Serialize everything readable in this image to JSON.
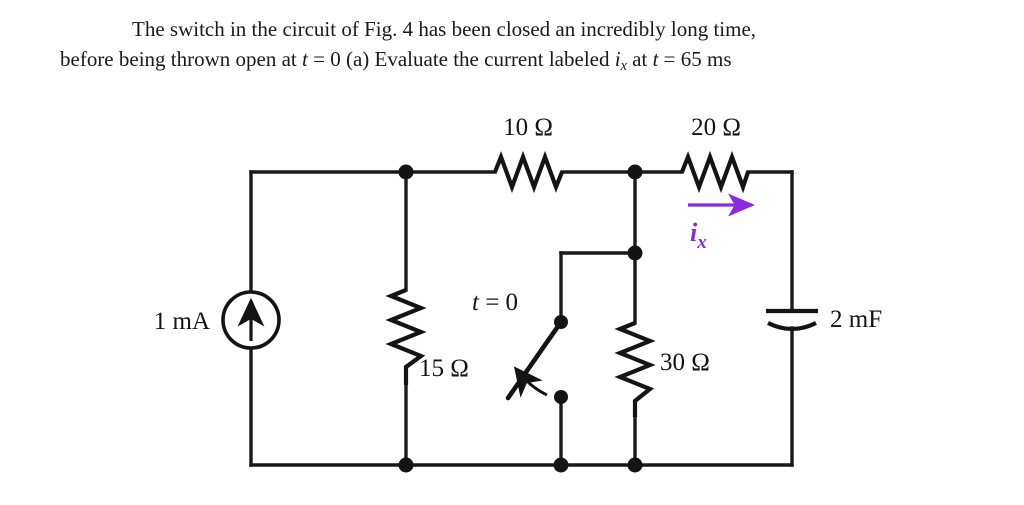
{
  "problem": {
    "line1_pre_indent": "",
    "line1": "The switch in the circuit of Fig. 4 has been closed an incredibly long time,",
    "line2_a": "before being thrown open at ",
    "line2_t": "t",
    "line2_eq0": " = 0 (a) Evaluate the current labeled ",
    "line2_i": "i",
    "line2_x": "x",
    "line2_b": " at ",
    "line2_t2": "t",
    "line2_c": " = 65 ms"
  },
  "circuit": {
    "title": "Fig. 4 RC circuit with switch",
    "wire_color": "#1a1a1a",
    "current_color": "#8a2be2",
    "components": {
      "source": {
        "name": "current-source",
        "label": "1 mA",
        "symbol": "circle-with-up-arrow"
      },
      "r15": {
        "name": "resistor-15-ohm",
        "label": "15 Ω",
        "orientation": "vertical"
      },
      "r10": {
        "name": "resistor-10-ohm",
        "label": "10 Ω",
        "orientation": "horizontal"
      },
      "r20": {
        "name": "resistor-20-ohm",
        "label": "20 Ω",
        "orientation": "horizontal"
      },
      "r30": {
        "name": "resistor-30-ohm",
        "label": "30 Ω",
        "orientation": "vertical"
      },
      "capacitor": {
        "name": "capacitor-2-mf",
        "label": "2 mF",
        "symbol": "polarized-capacitor"
      },
      "switch": {
        "name": "switch-t-equals-0",
        "label_t": "t",
        "label_rest": " = 0",
        "state": "opening"
      },
      "current_label": {
        "name": "current-ix",
        "symbol": "i",
        "subscript": "x",
        "direction": "right"
      }
    }
  }
}
